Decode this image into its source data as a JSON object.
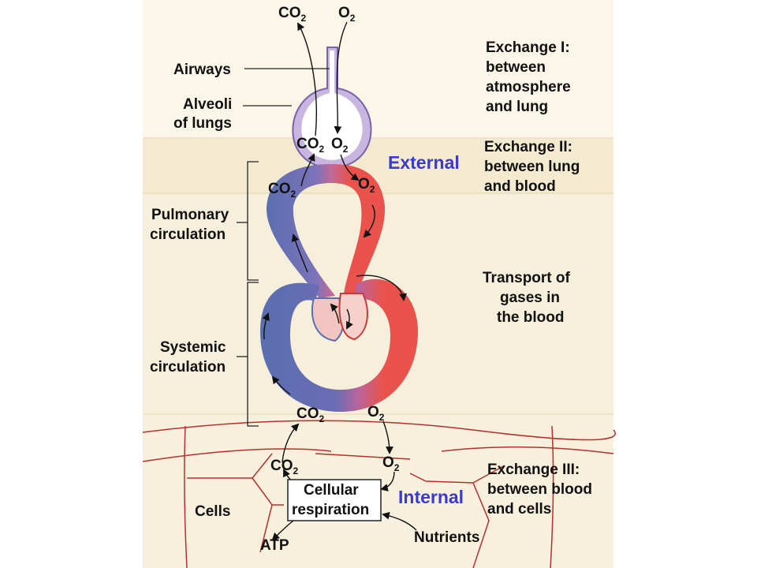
{
  "labels": {
    "airways": "Airways",
    "alveoli_line1": "Alveoli",
    "alveoli_line2": "of lungs",
    "pulmonary_line1": "Pulmonary",
    "pulmonary_line2": "circulation",
    "systemic_line1": "Systemic",
    "systemic_line2": "circulation",
    "cells": "Cells",
    "cellular_line1": "Cellular",
    "cellular_line2": "respiration",
    "atp": "ATP",
    "nutrients": "Nutrients"
  },
  "regions": {
    "external": "External",
    "internal": "Internal"
  },
  "exchange1": {
    "line1": "Exchange I:",
    "line2": "between",
    "line3": "atmosphere",
    "line4": "and lung"
  },
  "exchange2": {
    "line1": "Exchange II:",
    "line2": "between lung",
    "line3": "and blood"
  },
  "transport": {
    "line1": "Transport of",
    "line2": "gases in",
    "line3": "the blood"
  },
  "exchange3": {
    "line1": "Exchange III:",
    "line2": "between blood",
    "line3": "and cells"
  },
  "gases": {
    "co": "CO",
    "o": "O",
    "sub": "2"
  },
  "colors": {
    "panel": "#f4ecd2",
    "band": "#fbf6e8",
    "deoxygenated": "#5a6fb0",
    "oxygenated": "#e9534c",
    "alveolus": "#c9b6e0",
    "region_label": "#3a3ad0",
    "cell_border": "#b5302c"
  }
}
